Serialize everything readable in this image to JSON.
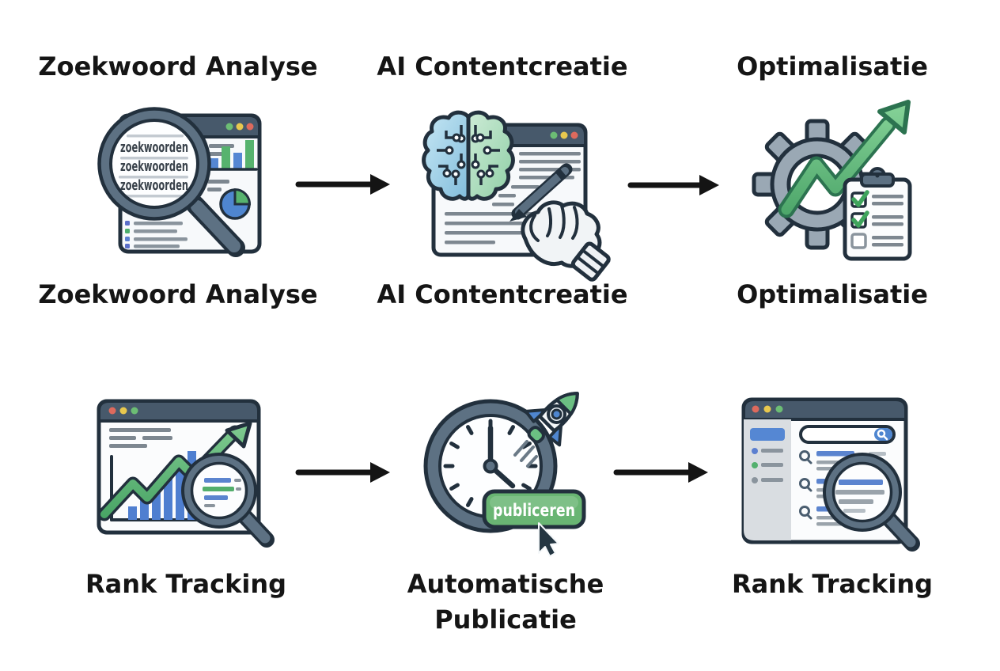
{
  "page": {
    "background": "#ffffff"
  },
  "workflow": {
    "top": {
      "headings": [
        "Zoekwoord Analyse",
        "AI Contentcreatie",
        "Optimalisatie"
      ],
      "captions": [
        "Zoekwoord Analyse",
        "AI Contentcreatie",
        "Optimalisatie"
      ]
    },
    "bottom": {
      "captions": [
        "Rank Tracking",
        "Automatische Publicatie",
        "Rank Tracking"
      ]
    }
  },
  "icons": {
    "keyword_analysis": {
      "name": "magnifier-over-report",
      "magnifier_lines": [
        "zoekwoorden",
        "zoekwoorden",
        "zoekwoorden"
      ]
    },
    "ai_content": {
      "name": "circuit-brain-robot-hand-writing"
    },
    "optimization": {
      "name": "gear-growth-arrow-checklist"
    },
    "rank_tracking_chart": {
      "name": "browser-line-chart-magnifier"
    },
    "auto_publish": {
      "name": "clock-rocket-publish-button",
      "button_label": "publiceren"
    },
    "rank_tracking_serp": {
      "name": "browser-search-results-magnifier"
    }
  },
  "colors": {
    "text": "#151515",
    "flow_arrow": "#141414",
    "outline_dark": "#22303d",
    "slate": "#5d7183",
    "window_header": "#47596b",
    "green": "#57b36e",
    "blue": "#5587d3",
    "gray_line": "#7d8790",
    "button_green": "#69b573",
    "traffic_red": "#dd6a5d",
    "traffic_yellow": "#e8c84e",
    "traffic_green": "#6cbd74"
  }
}
